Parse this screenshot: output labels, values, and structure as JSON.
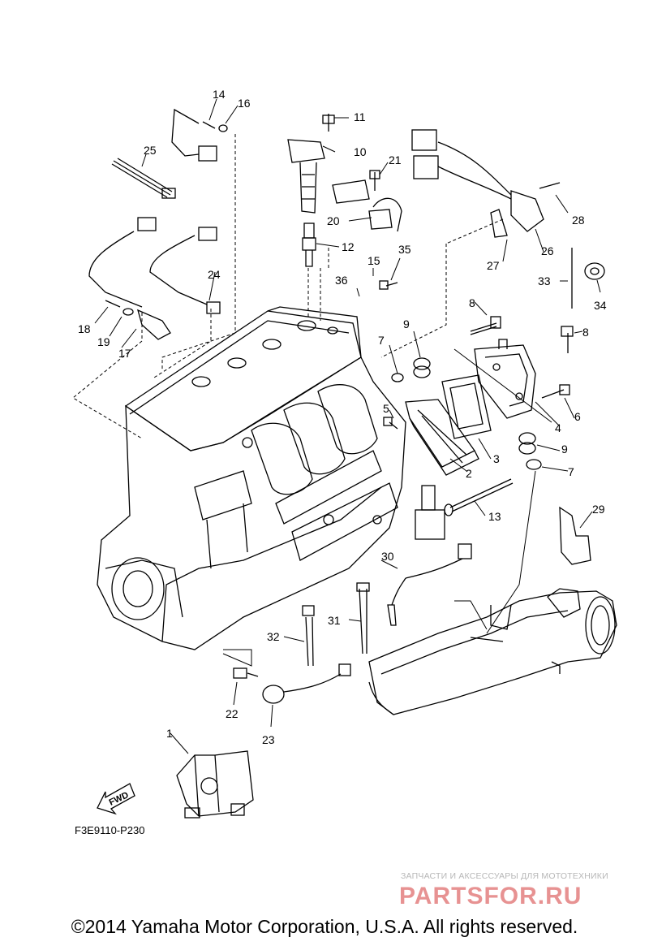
{
  "callouts": {
    "c1": "1",
    "c2": "2",
    "c3": "3",
    "c4": "4",
    "c5": "5",
    "c6": "6",
    "c7a": "7",
    "c7b": "7",
    "c8a": "8",
    "c8b": "8",
    "c9a": "9",
    "c9b": "9",
    "c10": "10",
    "c11": "11",
    "c12": "12",
    "c13": "13",
    "c14": "14",
    "c15": "15",
    "c16": "16",
    "c17": "17",
    "c18": "18",
    "c19": "19",
    "c20": "20",
    "c21": "21",
    "c22": "22",
    "c23": "23",
    "c24": "24",
    "c25": "25",
    "c26": "26",
    "c27": "27",
    "c28": "28",
    "c29": "29",
    "c30": "30",
    "c31": "31",
    "c32": "32",
    "c33": "33",
    "c34": "34",
    "c35": "35",
    "c36": "36"
  },
  "fwd_label": "FWD",
  "figure_code": "F3E9110-P230",
  "watermark": {
    "tagline": "ЗАПЧАСТИ И АКСЕССУАРЫ ДЛЯ МОТОТЕХНИКИ",
    "logo": "PARTSFOR.RU"
  },
  "copyright": "©2014 Yamaha Motor Corporation, U.S.A. All rights reserved."
}
